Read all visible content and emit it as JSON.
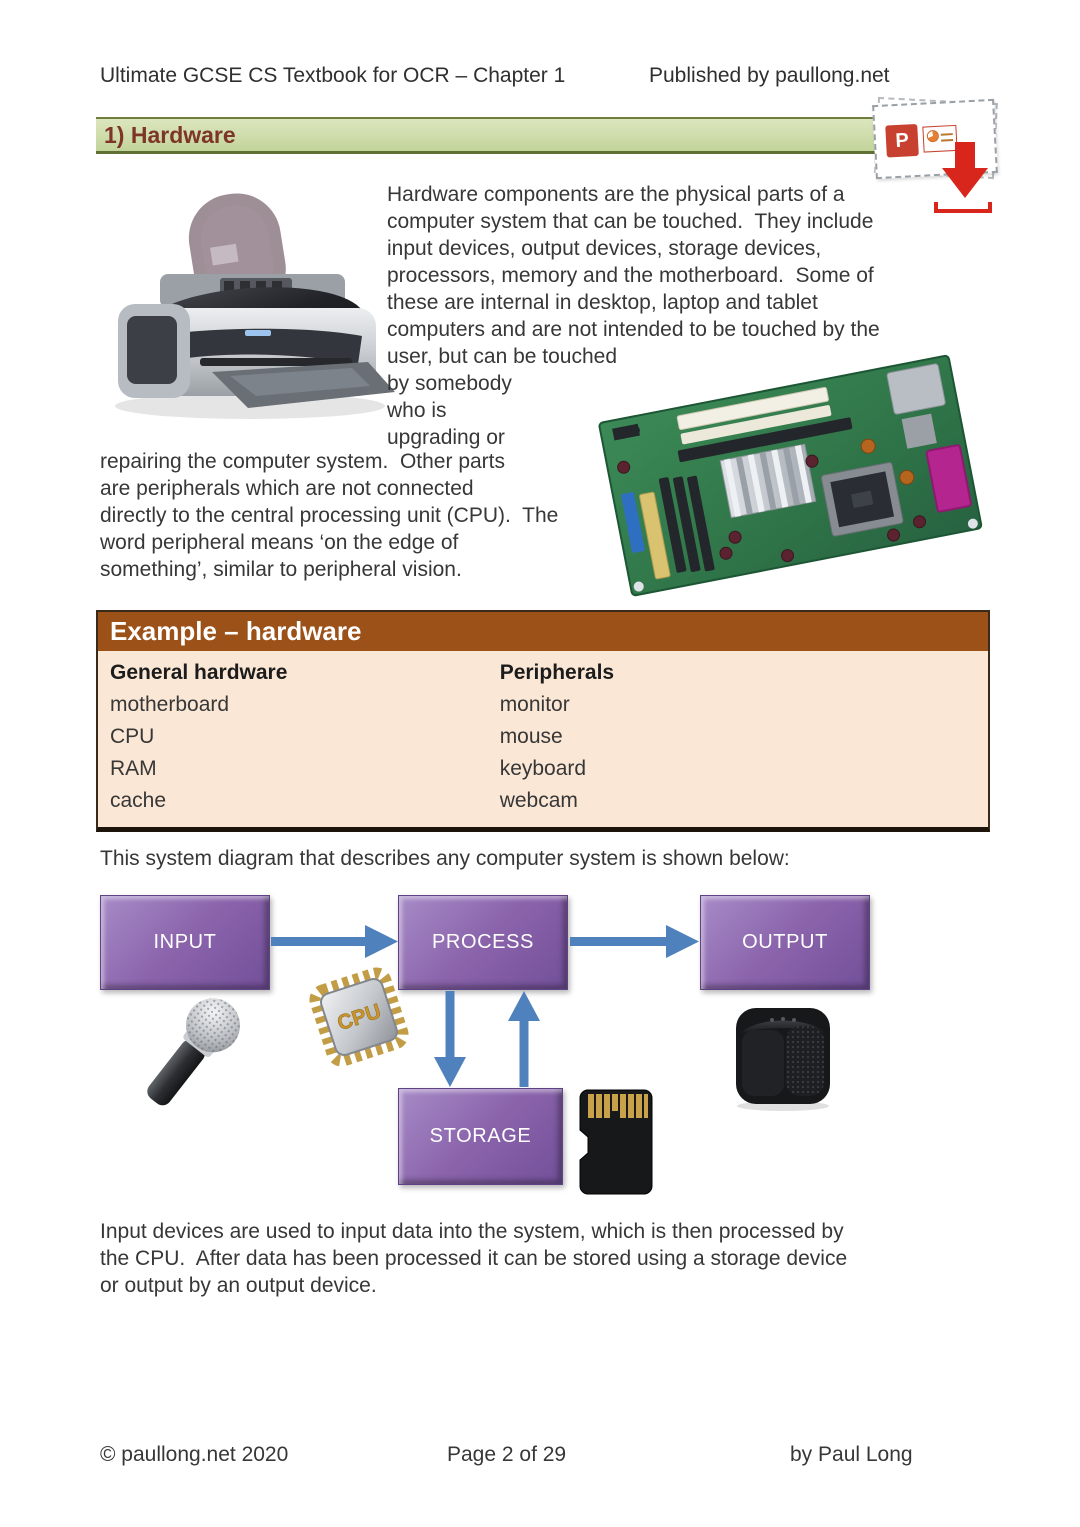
{
  "header": {
    "left": "Ultimate GCSE CS Textbook for OCR – Chapter 1",
    "right": "Published by paullong.net"
  },
  "section": {
    "title": "1) Hardware"
  },
  "download_icon": {
    "logo_letter": "P"
  },
  "intro": {
    "block1": [
      "Hardware components are the physical parts of a",
      "computer system that can be touched.  They include",
      "input devices, output devices, storage devices,",
      "processors, memory and the motherboard.  Some of",
      "these are internal in desktop, laptop and tablet",
      "computers and are not intended to be touched by the"
    ],
    "block2": [
      "user, but can be touched",
      "by somebody",
      "who is",
      "upgrading or"
    ],
    "block3": [
      "repairing the computer system.  Other parts",
      "are peripherals which are not connected",
      "directly to the central processing unit (CPU).  The",
      "word peripheral means ‘on the edge of",
      "something’, similar to peripheral vision."
    ]
  },
  "example": {
    "title": "Example – hardware",
    "columns": [
      {
        "header": "General hardware",
        "items": [
          "motherboard",
          "CPU",
          "RAM",
          "cache"
        ]
      },
      {
        "header": "Peripherals",
        "items": [
          "monitor",
          "mouse",
          "keyboard",
          "webcam"
        ]
      }
    ]
  },
  "diagram": {
    "caption": "This system diagram that describes any computer system is shown below:",
    "boxes": {
      "input": "INPUT",
      "process": "PROCESS",
      "output": "OUTPUT",
      "storage": "STORAGE"
    },
    "cpu_chip_label": "CPU"
  },
  "closing": [
    "Input devices are used to input data into the system, which is then processed by",
    "the CPU.  After data has been processed it can be stored using a storage device",
    "or output by an output device."
  ],
  "footer": {
    "left": "© paullong.net 2020",
    "center": "Page 2 of 29",
    "right": "by Paul Long"
  },
  "colors": {
    "section_bar_green": "#c3d49a",
    "section_bar_border": "#5f7034",
    "section_title_text": "#7c3526",
    "example_header_brown": "#9b5117",
    "example_body_peach": "#fbe7d6",
    "diagram_box_purple": "#8a63ab",
    "arrow_blue": "#4f81bd",
    "download_red": "#d9261c"
  }
}
